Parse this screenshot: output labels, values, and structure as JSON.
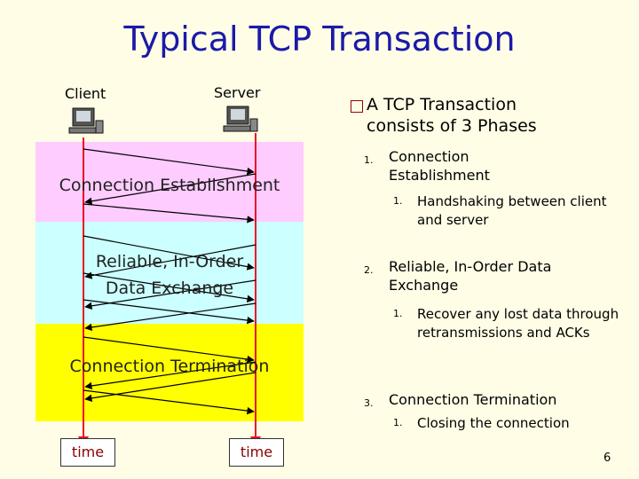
{
  "title": "Typical TCP Transaction",
  "diagram": {
    "client_label": "Client",
    "server_label": "Server",
    "band_establish": "Connection Establishment",
    "band_exchange_1": "Reliable, In-Order",
    "band_exchange_2": "Data Exchange",
    "band_termination": "Connection Termination",
    "time_left": "time",
    "time_right": "time",
    "icon_client": "computer-icon",
    "icon_server": "computer-icon",
    "colors": {
      "establish": "#ffccff",
      "exchange": "#ccffff",
      "termination": "#ffff00",
      "timeline": "#e8102a"
    }
  },
  "bullets": {
    "main": "A TCP Transaction consists of 3 Phases",
    "items": [
      {
        "num": "1.",
        "text": "Connection Establishment",
        "sub_num": "1.",
        "sub": "Handshaking between client and server"
      },
      {
        "num": "2.",
        "text": "Reliable, In-Order Data Exchange",
        "sub_num": "1.",
        "sub": "Recover any lost data through retransmissions and ACKs"
      },
      {
        "num": "3.",
        "text": "Connection Termination",
        "sub_num": "1.",
        "sub": "Closing the connection"
      }
    ]
  },
  "page_number": "6"
}
